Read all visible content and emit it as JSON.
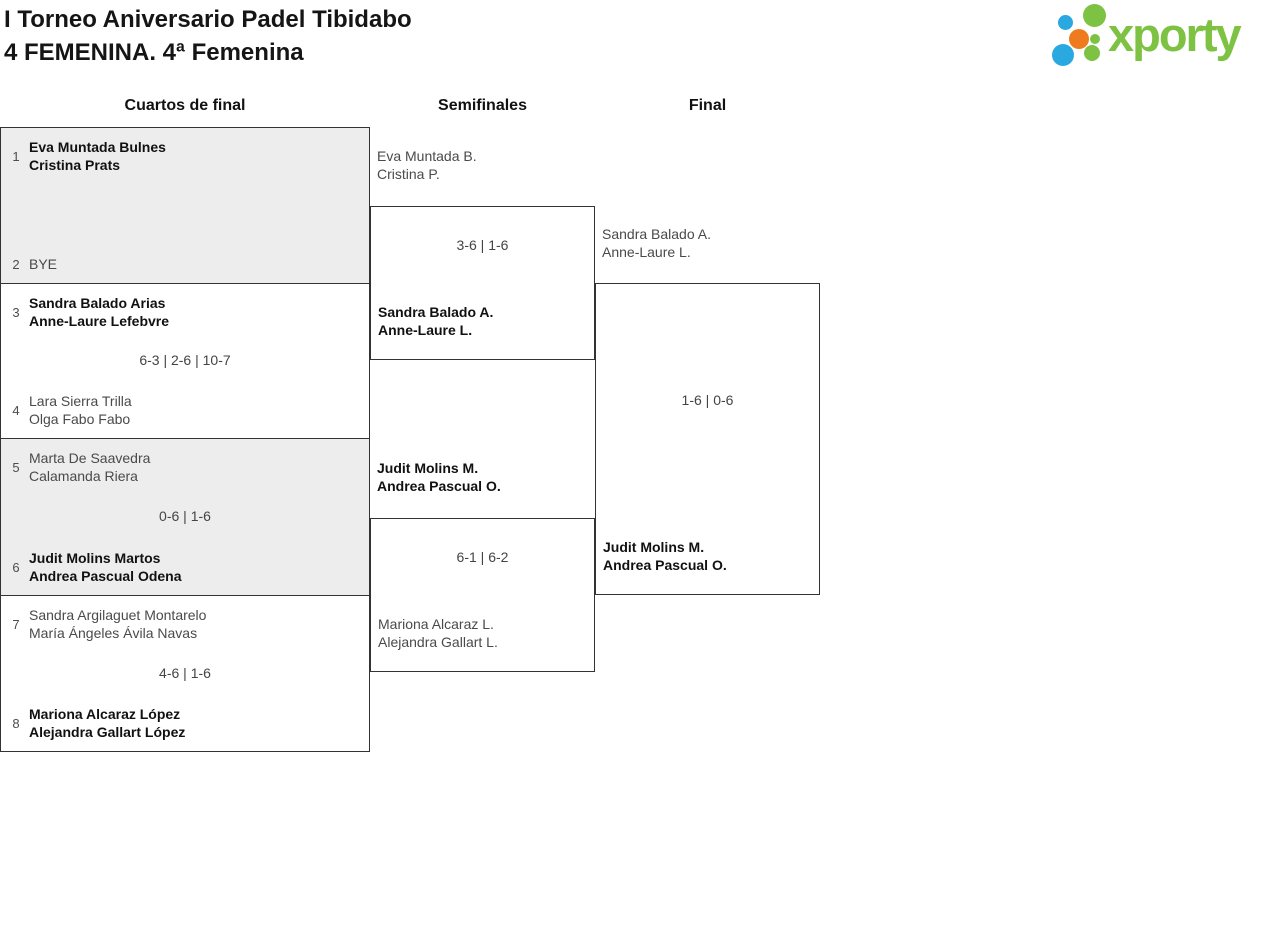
{
  "header": {
    "title_line1": "I Torneo Aniversario Padel Tibidabo",
    "title_line2": "4 FEMENINA. 4ª Femenina"
  },
  "logo": {
    "text": "xporty",
    "green": "#7dc242",
    "blue": "#2aa9e0",
    "orange": "#ee7c1e"
  },
  "colors": {
    "bracket_border": "#333333",
    "match_alt_bg": "#ededed",
    "winner_text": "#111111",
    "normal_text": "#4a4a4a"
  },
  "rounds": [
    {
      "label": "Cuartos de final"
    },
    {
      "label": "Semifinales"
    },
    {
      "label": "Final"
    }
  ],
  "quarterfinals": [
    {
      "team1": {
        "seed": "1",
        "line1": "Eva Muntada Bulnes",
        "line2": "Cristina Prats",
        "winner": true
      },
      "score": "",
      "team2": {
        "seed": "2",
        "line1": "BYE",
        "line2": "",
        "winner": false
      }
    },
    {
      "team1": {
        "seed": "3",
        "line1": "Sandra Balado Arias",
        "line2": "Anne-Laure Lefebvre",
        "winner": true
      },
      "score": "6-3 | 2-6 | 10-7",
      "team2": {
        "seed": "4",
        "line1": "Lara Sierra Trilla",
        "line2": "Olga Fabo Fabo",
        "winner": false
      }
    },
    {
      "team1": {
        "seed": "5",
        "line1": "Marta De Saavedra",
        "line2": "Calamanda Riera",
        "winner": false
      },
      "score": "0-6 | 1-6",
      "team2": {
        "seed": "6",
        "line1": "Judit Molins Martos",
        "line2": "Andrea Pascual Odena",
        "winner": true
      }
    },
    {
      "team1": {
        "seed": "7",
        "line1": "Sandra Argilaguet Montarelo",
        "line2": "María Ángeles Ávila Navas",
        "winner": false
      },
      "score": "4-6 | 1-6",
      "team2": {
        "seed": "8",
        "line1": "Mariona Alcaraz López",
        "line2": "Alejandra Gallart López",
        "winner": true
      }
    }
  ],
  "semifinals": [
    {
      "team1": {
        "line1": "Eva Muntada B.",
        "line2": "Cristina P.",
        "winner": false
      },
      "score": "3-6 | 1-6",
      "team2": {
        "line1": "Sandra Balado A.",
        "line2": "Anne-Laure L.",
        "winner": true
      }
    },
    {
      "team1": {
        "line1": "Judit Molins M.",
        "line2": "Andrea Pascual O.",
        "winner": true
      },
      "score": "6-1 | 6-2",
      "team2": {
        "line1": "Mariona Alcaraz L.",
        "line2": "Alejandra Gallart L.",
        "winner": false
      }
    }
  ],
  "final": {
    "team1": {
      "line1": "Sandra Balado A.",
      "line2": "Anne-Laure L.",
      "winner": false
    },
    "score": "1-6 | 0-6",
    "team2": {
      "line1": "Judit Molins M.",
      "line2": "Andrea Pascual O.",
      "winner": true
    }
  }
}
